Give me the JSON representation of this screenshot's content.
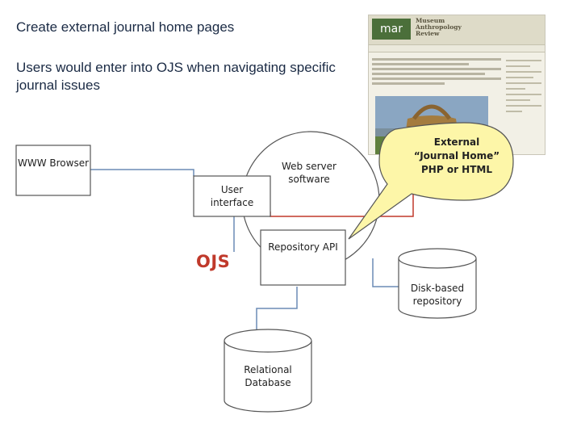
{
  "slide": {
    "title": "Create external journal home pages",
    "subtitle": "Users would enter into OJS when navigating specific journal issues"
  },
  "diagram": {
    "www_browser": "WWW Browser",
    "web_server": "Web server software",
    "user_interface": "User interface",
    "ojs_label": "OJS",
    "repository_api": "Repository API",
    "external_journal_home": "External “Journal Home” PHP or HTML",
    "disk_repository": "Disk-based repository",
    "relational_db": "Relational Database"
  },
  "screenshot": {
    "logo_text": "mar",
    "journal_name": "Museum Anthropology Review"
  },
  "colors": {
    "ojs_red": "#c0392b",
    "callout_fill": "#fdf6a8",
    "connector_red": "#c0392b",
    "connector_blue": "#6b8bb5"
  }
}
